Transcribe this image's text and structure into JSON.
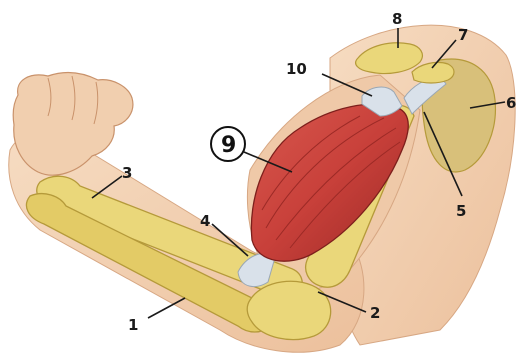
{
  "diagram": {
    "labels": [
      {
        "id": "1",
        "text": "1"
      },
      {
        "id": "2",
        "text": "2"
      },
      {
        "id": "3",
        "text": "3"
      },
      {
        "id": "4",
        "text": "4"
      },
      {
        "id": "5",
        "text": "5"
      },
      {
        "id": "6",
        "text": "6"
      },
      {
        "id": "7",
        "text": "7"
      },
      {
        "id": "8",
        "text": "8"
      },
      {
        "id": "9",
        "text": "9",
        "circled": true
      },
      {
        "id": "10",
        "text": "10"
      }
    ],
    "colors": {
      "skin": "#f3d1b2",
      "skin_shadow": "#e2ae89",
      "bone": "#ead77a",
      "bone_edge": "#b59a3a",
      "muscle": "#c8403a",
      "muscle_dark": "#9c2a26",
      "tendon": "#d9e1ea",
      "scapula": "#d8c07a"
    }
  }
}
